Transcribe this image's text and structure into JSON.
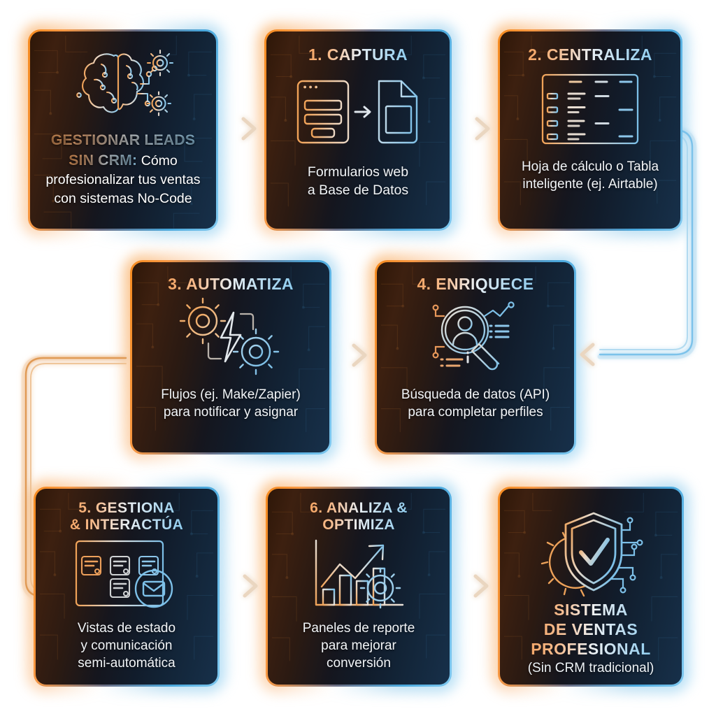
{
  "meta": {
    "background_color": "#ffffff",
    "accent_orange": "#f68b1f",
    "accent_blue": "#49a8dd",
    "card_dark_left": "#2e1708",
    "card_dark_right": "#17304a",
    "connector_orange": "#e3a86f",
    "connector_blue": "#8cc9ec"
  },
  "cards": [
    {
      "id": "hero",
      "icon": "brain-circuit-gears-icon",
      "title_bold": "GESTIONAR LEADS SIN CRM:",
      "title_line1": "GESTIONAR LEADS",
      "title_line2_strong": "SIN CRM:",
      "title_line2_rest": " Cómo",
      "body_line1": "profesionalizar tus ventas",
      "body_line2": "con sistemas No-Code"
    },
    {
      "id": "step1",
      "title": "1. CAPTURA",
      "icon": "form-to-database-icon",
      "desc_line1": "Formularios web",
      "desc_line2": "a Base de Datos"
    },
    {
      "id": "step2",
      "title": "2. CENTRALIZA",
      "icon": "spreadsheet-table-icon",
      "desc_line1": "Hoja de cálculo o Tabla",
      "desc_line2": "inteligente (ej. Airtable)"
    },
    {
      "id": "step3",
      "title": "3. AUTOMATIZA",
      "icon": "gears-lightning-icon",
      "desc_line1": "Flujos (ej. Make/Zapier)",
      "desc_line2": "para notificar y asignar"
    },
    {
      "id": "step4",
      "title": "4. ENRIQUECE",
      "icon": "magnifier-profile-search-icon",
      "desc_line1": "Búsqueda de datos (API)",
      "desc_line2": "para completar perfiles"
    },
    {
      "id": "step5",
      "title_line1": "5. GESTIONA",
      "title_line2": "& INTERACTÚA",
      "icon": "kanban-board-email-icon",
      "desc_line1": "Vistas de estado",
      "desc_line2": "y comunicación",
      "desc_line3": "semi-automática"
    },
    {
      "id": "step6",
      "title_line1": "6. ANALIZA &",
      "title_line2": "OPTIMIZA",
      "icon": "growth-chart-gear-icon",
      "desc_line1": "Paneles de reporte",
      "desc_line2": "para mejorar",
      "desc_line3": "conversión"
    },
    {
      "id": "final",
      "icon": "shield-check-circuit-icon",
      "title_line1": "SISTEMA",
      "title_line2": "DE VENTAS",
      "title_line3": "PROFESIONAL",
      "subtitle": "(Sin CRM tradicional)"
    }
  ],
  "connectors": [
    {
      "name": "hero-to-step1",
      "direction": "right",
      "style": "straight"
    },
    {
      "name": "step1-to-step2",
      "direction": "right",
      "style": "straight"
    },
    {
      "name": "step2-to-step4",
      "direction": "left",
      "style": "elbow-right-down",
      "color": "blue"
    },
    {
      "name": "step3-to-step4",
      "direction": "right",
      "style": "straight"
    },
    {
      "name": "step3-to-step5",
      "direction": "down",
      "style": "elbow-left-down",
      "color": "orange"
    },
    {
      "name": "step5-to-step6",
      "direction": "right",
      "style": "straight"
    },
    {
      "name": "step6-to-final",
      "direction": "right",
      "style": "straight"
    }
  ]
}
